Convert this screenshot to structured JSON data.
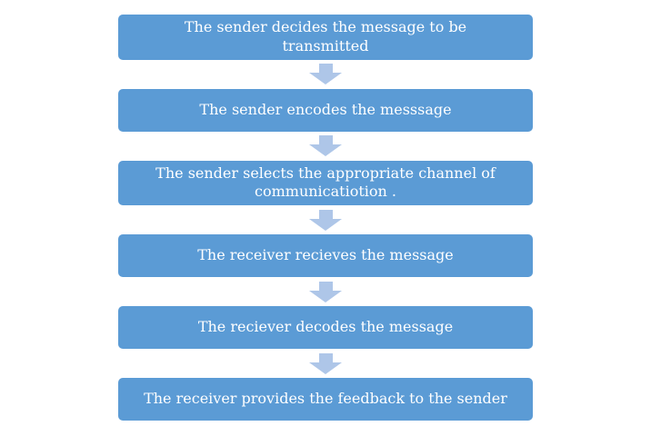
{
  "diagram": {
    "type": "flowchart-vertical",
    "steps": [
      "The sender decides the message to be transmitted",
      "The sender encodes the messsage",
      "The sender selects the appropriate channel of communicatiotion .",
      "The receiver recieves the message",
      "The reciever decodes the message",
      "The receiver provides the feedback to the sender"
    ],
    "colors": {
      "box_fill": "#5B9BD5",
      "arrow_fill": "#AEC6E8",
      "text": "#FFFFFF",
      "background": "#FFFFFF"
    }
  }
}
